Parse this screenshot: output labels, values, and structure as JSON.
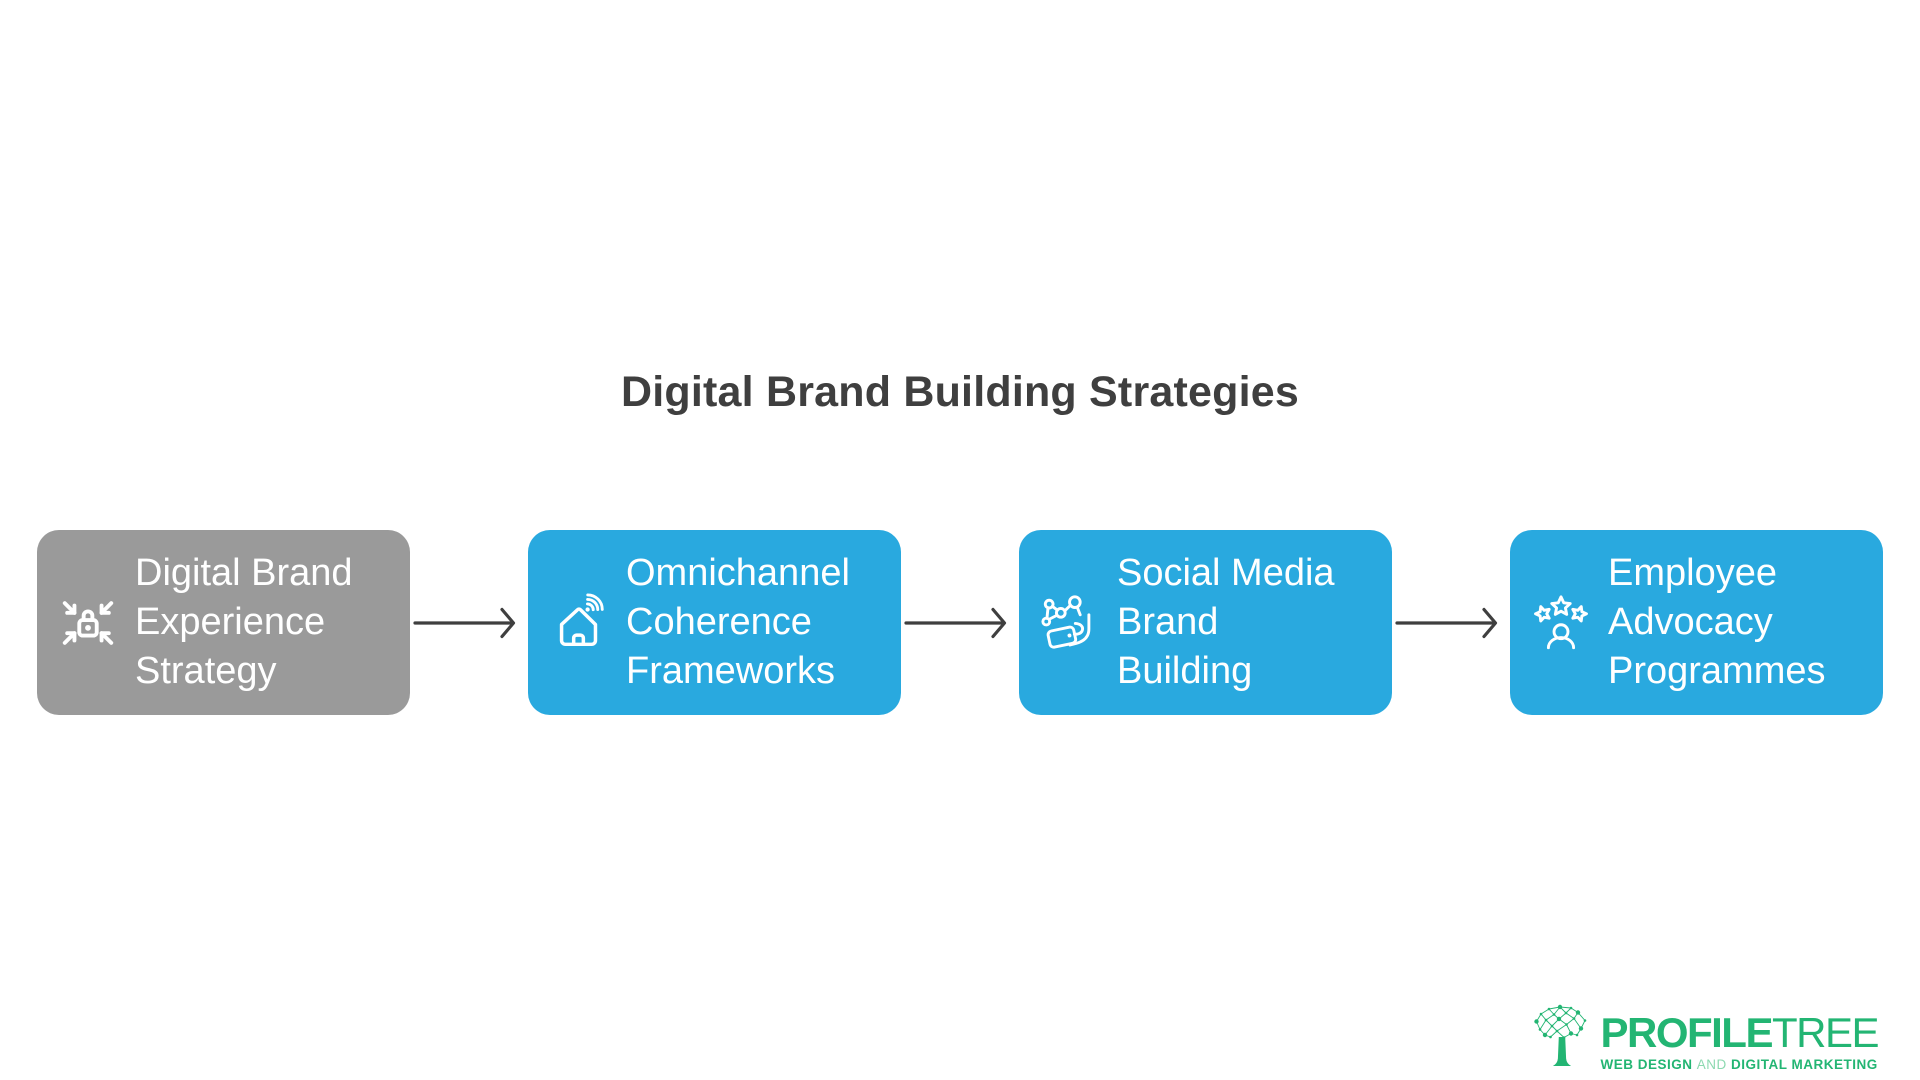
{
  "title": "Digital Brand Building Strategies",
  "flow": {
    "connector_color": "#3F3F3F",
    "steps": [
      {
        "name": "digital-brand-experience-strategy",
        "lines": [
          "Digital Brand",
          "Experience",
          "Strategy"
        ],
        "icon": "lock-compress-icon",
        "bg": "#9A9A9A",
        "text_color": "#FFFFFF"
      },
      {
        "name": "omnichannel-coherence-frameworks",
        "lines": [
          "Omnichannel",
          "Coherence",
          "Frameworks"
        ],
        "icon": "smart-home-wifi-icon",
        "bg": "#29A9DF",
        "text_color": "#FFFFFF"
      },
      {
        "name": "social-media-brand-building",
        "lines": [
          "Social Media",
          "Brand",
          "Building"
        ],
        "icon": "phone-network-share-icon",
        "bg": "#29A9DF",
        "text_color": "#FFFFFF"
      },
      {
        "name": "employee-advocacy-programmes",
        "lines": [
          "Employee",
          "Advocacy",
          "Programmes"
        ],
        "icon": "person-stars-icon",
        "bg": "#29A9DF",
        "text_color": "#FFFFFF"
      }
    ]
  },
  "logo": {
    "brand_bold": "PROFILE",
    "brand_light": "TREE",
    "tagline_bold_1": "WEB DESIGN",
    "tagline_light": "AND",
    "tagline_bold_2": "DIGITAL MARKETING",
    "green": "#23B573",
    "light_green": "#8CD9B0"
  },
  "colors": {
    "background": "#FFFFFF",
    "title_text": "#3F3F3F"
  }
}
